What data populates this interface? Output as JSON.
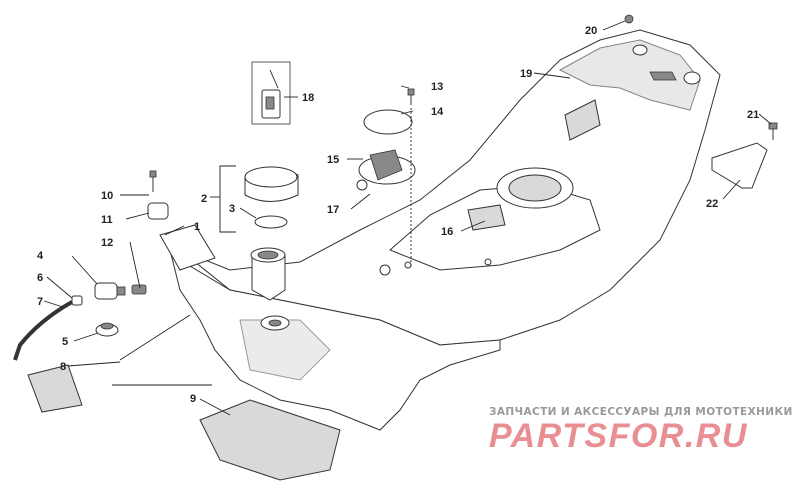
{
  "callouts": {
    "c1": "1",
    "c2": "2",
    "c3": "3",
    "c4": "4",
    "c5": "5",
    "c6": "6",
    "c7": "7",
    "c8": "8",
    "c9": "9",
    "c10": "10",
    "c11": "11",
    "c12": "12",
    "c13": "13",
    "c14": "14",
    "c15": "15",
    "c16": "16",
    "c17": "17",
    "c18": "18",
    "c19": "19",
    "c20": "20",
    "c21": "21",
    "c22": "22"
  },
  "watermark": {
    "tagline": "ЗАПЧАСТИ И АКСЕССУАРЫ ДЛЯ МОТОТЕХНИКИ",
    "brand": "PARTSFOR.RU",
    "brand_color": "#e98f93"
  }
}
